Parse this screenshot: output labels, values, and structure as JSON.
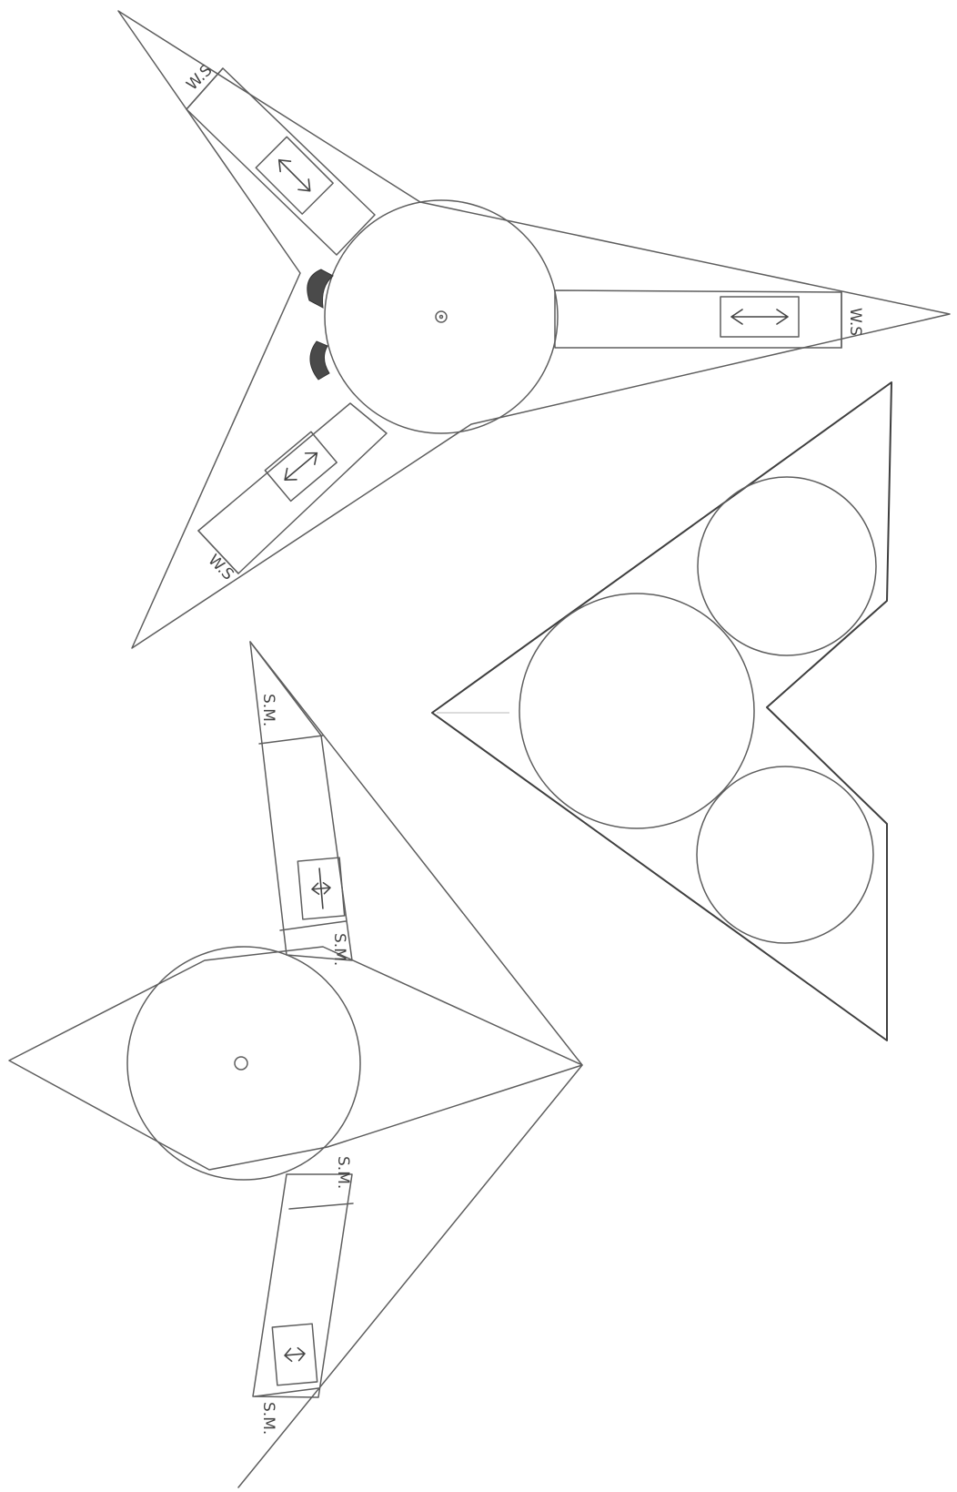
{
  "drawing": {
    "labels": {
      "top_piece": [
        "W.S",
        "W.S",
        "W.S"
      ],
      "bottom_piece": [
        "S.M.",
        "S.M.",
        "S.M.",
        "S.M."
      ]
    }
  }
}
